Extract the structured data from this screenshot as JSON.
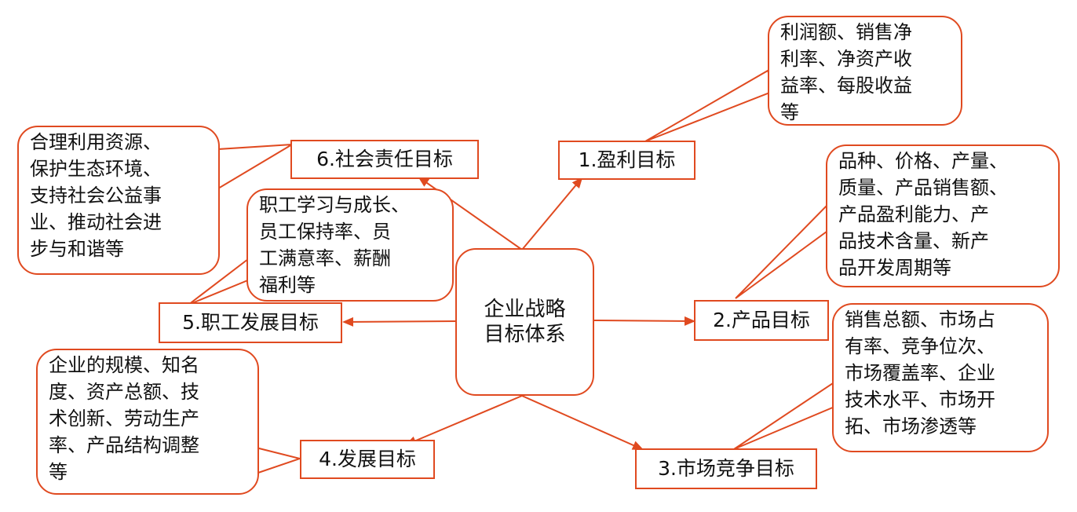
{
  "colors": {
    "stroke": "#e04a20",
    "text": "#111111",
    "background": "#ffffff"
  },
  "center": {
    "lines": [
      "企业战略",
      "目标体系"
    ]
  },
  "goals": [
    {
      "id": "profit",
      "label": "1.盈利目标"
    },
    {
      "id": "product",
      "label": "2.产品目标"
    },
    {
      "id": "market",
      "label": "3.市场竞争目标"
    },
    {
      "id": "development",
      "label": "4.发展目标"
    },
    {
      "id": "staff",
      "label": "5.职工发展目标"
    },
    {
      "id": "social",
      "label": "6.社会责任目标"
    }
  ],
  "notes": [
    {
      "id": "profit",
      "text": "利润额、销售净\n利率、净资产收\n益率、每股收益\n等"
    },
    {
      "id": "product",
      "text": "品种、价格、产量、\n质量、产品销售额、\n产品盈利能力、产\n品技术含量、新产\n品开发周期等"
    },
    {
      "id": "market",
      "text": "销售总额、市场占\n有率、竞争位次、\n市场覆盖率、企业\n技术水平、市场开\n拓、市场渗透等"
    },
    {
      "id": "development",
      "text": "企业的规模、知名\n度、资产总额、技\n术创新、劳动生产\n率、产品结构调整\n等"
    },
    {
      "id": "staff",
      "text": "职工学习与成长、\n员工保持率、员\n工满意率、薪酬\n福利等"
    },
    {
      "id": "social",
      "text": "合理利用资源、\n保护生态环境、\n支持社会公益事\n业、推动社会进\n步与和谐等"
    }
  ]
}
